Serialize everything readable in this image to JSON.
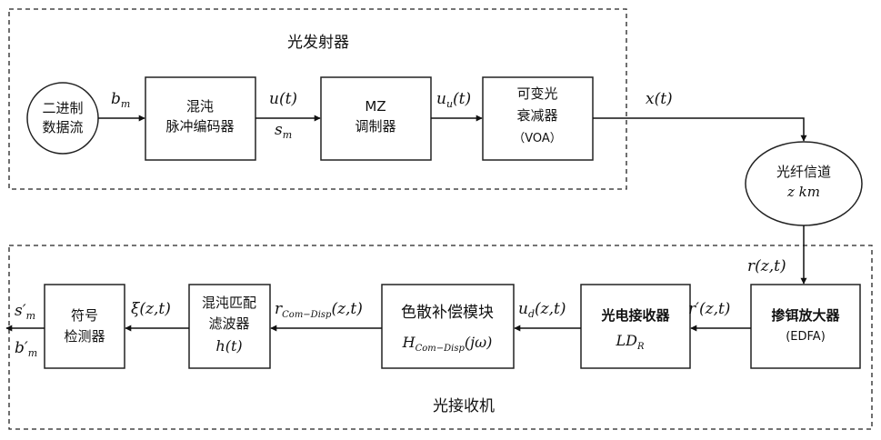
{
  "transmitter": {
    "title": "光发射器",
    "source": {
      "line1": "二进制",
      "line2": "数据流"
    },
    "encoder": {
      "line1": "混沌",
      "line2": "脉冲编码器"
    },
    "modulator": {
      "line1": "MZ",
      "line2": "调制器"
    },
    "voa": {
      "line1": "可变光",
      "line2": "衰减器",
      "line3": "（VOA）"
    }
  },
  "channel": {
    "line1": "光纤信道",
    "line2": "z km"
  },
  "receiver": {
    "title": "光接收机",
    "edfa": {
      "line1": "掺铒放大器",
      "line2": "(EDFA)"
    },
    "photodetector": {
      "line1": "光电接收器",
      "line2_main": "LD",
      "line2_sub": "R"
    },
    "compensation": {
      "line1": "色散补偿模块",
      "line2_main": "H",
      "line2_sub": "Com−Disp",
      "line2_arg": "(jω)"
    },
    "matched_filter": {
      "line1": "混沌匹配",
      "line2": "滤波器",
      "line3": "h(t)"
    },
    "detector": {
      "line1": "符号",
      "line2": "检测器"
    }
  },
  "signals": {
    "bm_main": "b",
    "bm_sub": "m",
    "ut": "u(t)",
    "sm_main": "s",
    "sm_sub": "m",
    "uu_main": "u",
    "uu_sub": "u",
    "uu_arg": "(t)",
    "xt": "x(t)",
    "rzt": "r(z,t)",
    "rprime": "r′(z,t)",
    "ud_main": "u",
    "ud_sub": "d",
    "ud_arg": "(z,t)",
    "rcom_main": "r",
    "rcom_sub": "Com−Disp",
    "rcom_arg": "(z,t)",
    "xi": "ξ(z,t)",
    "smprime_main": "s′",
    "smprime_sub": "m",
    "bmprime_main": "b′",
    "bmprime_sub": "m"
  }
}
